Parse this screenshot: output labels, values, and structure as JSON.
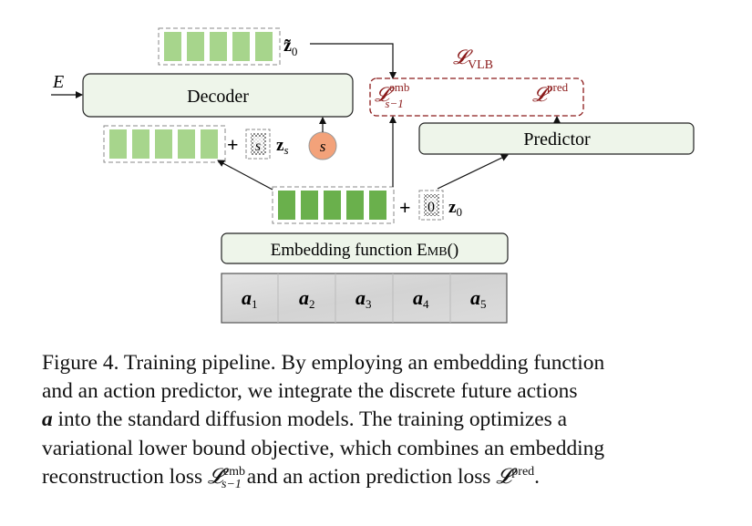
{
  "figure": {
    "decoder_label": "Decoder",
    "predictor_label": "Predictor",
    "embedding_label_main": "Embedding function E",
    "embedding_label_sc": "MB",
    "embedding_label_paren": "()",
    "input_E": "E",
    "z_tilde": "z̃",
    "z_tilde_sub": "0",
    "z_s": "z",
    "z_s_sub": "s",
    "z_0": "z",
    "z_0_sub": "0",
    "s_token": "s",
    "s_circle": "s",
    "zero_token": "0",
    "plus": "+",
    "loss_vlb": "𝓛",
    "loss_vlb_sub": "VLB",
    "loss_emb": "𝓛",
    "loss_emb_sup": "emb",
    "loss_emb_sub": "s−1",
    "loss_pred": "𝓛",
    "loss_pred_sup": "pred",
    "actions": [
      {
        "sym": "a",
        "sub": "1"
      },
      {
        "sym": "a",
        "sub": "2"
      },
      {
        "sym": "a",
        "sub": "3"
      },
      {
        "sym": "a",
        "sub": "4"
      },
      {
        "sym": "a",
        "sub": "5"
      }
    ],
    "colors": {
      "light_green": "#a7d58c",
      "dark_green": "#6ab04c",
      "box_fill": "#eef5ea",
      "loss_red": "#8b1a1a",
      "s_circle": "#f3a27a"
    }
  },
  "caption": {
    "l1": "Figure 4. Training pipeline. By employing an embedding function",
    "l2": "and an action predictor, we integrate the discrete future actions",
    "l3_sym": "a",
    "l3": " into the standard diffusion models.  The training optimizes a",
    "l4": "variational lower bound objective, which combines an embedding",
    "l5a": "reconstruction loss ",
    "l5_loss1": "𝓛",
    "l5_loss1_sup": "emb",
    "l5_loss1_sub": "s−1",
    "l5b": " and an action prediction loss ",
    "l5_loss2": "𝓛",
    "l5_loss2_sup": "pred",
    "l5c": "."
  }
}
